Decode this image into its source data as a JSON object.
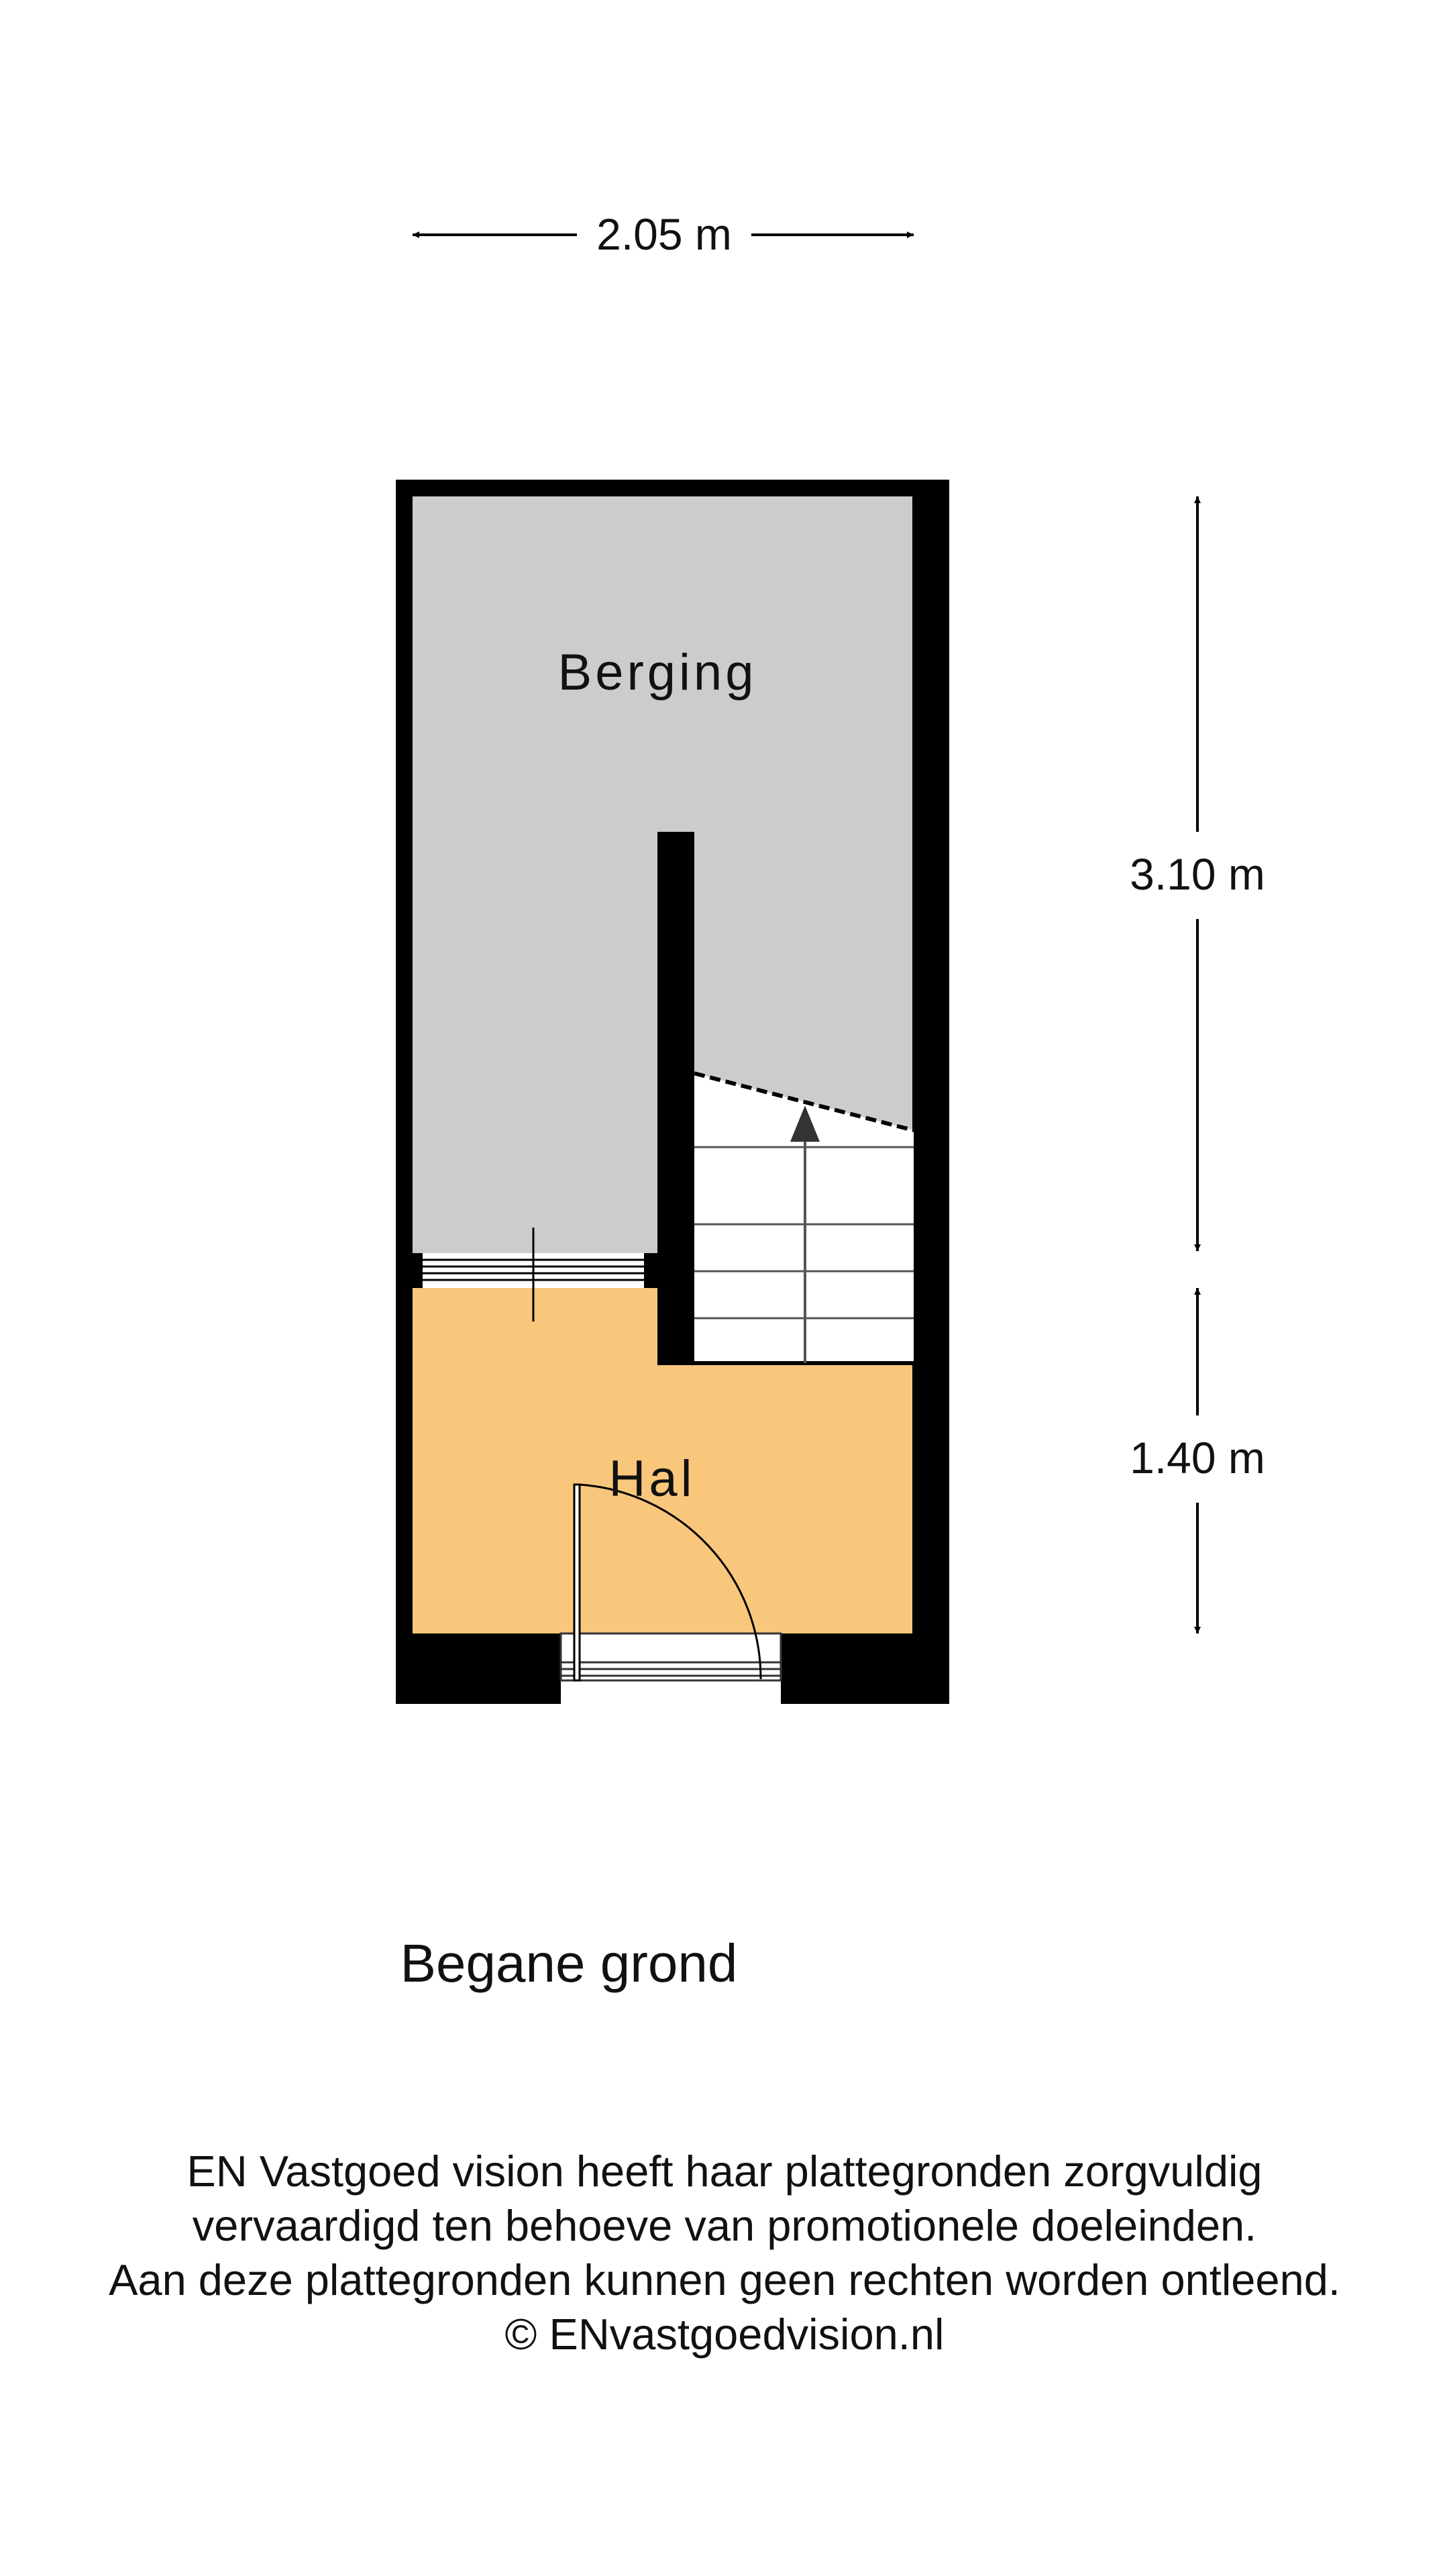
{
  "plan": {
    "floor_name": "Begane grond",
    "colors": {
      "wall": "#000000",
      "storage_floor": "#cccccc",
      "hall_floor": "#f9c77c",
      "stair_fill": "#ffffff",
      "stair_lines": "#555555"
    },
    "rooms": [
      {
        "key": "berging",
        "label": "Berging"
      },
      {
        "key": "hal",
        "label": "Hal"
      }
    ],
    "dimensions": {
      "width": "2.05 m",
      "berging_depth": "3.10 m",
      "hal_depth": "1.40 m"
    }
  },
  "disclaimer": {
    "lines": [
      "EN Vastgoed vision heeft haar plattegronden zorgvuldig",
      "vervaardigd ten behoeve van promotionele doeleinden.",
      "Aan deze plattegronden kunnen geen rechten worden ontleend.",
      "© ENvastgoedvision.nl"
    ]
  }
}
